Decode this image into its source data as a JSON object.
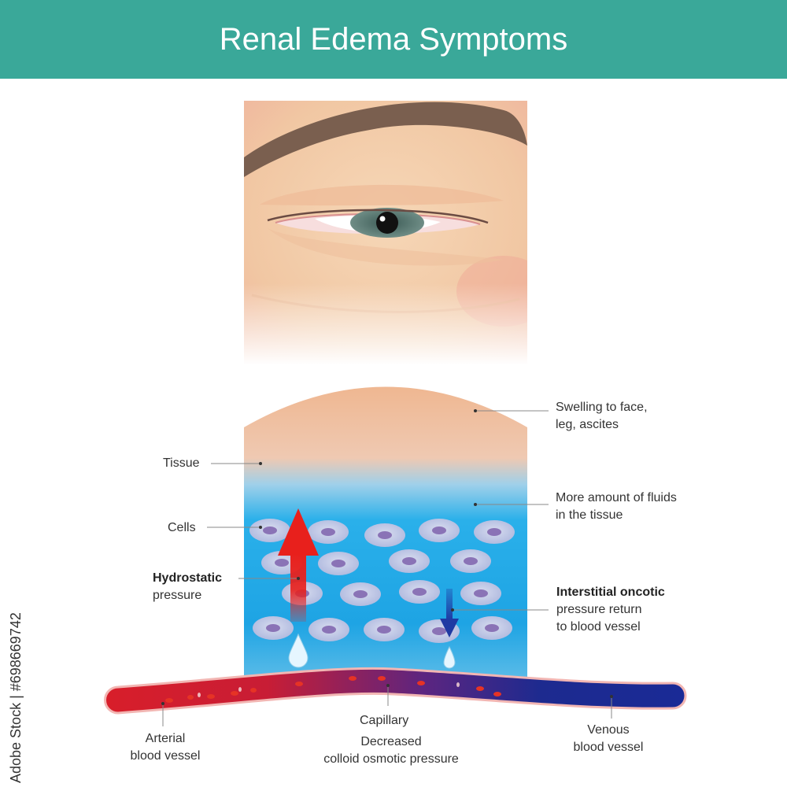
{
  "title": "Renal Edema Symptoms",
  "labels": {
    "swelling": [
      "Swelling to face,",
      "leg, ascites"
    ],
    "tissue": "Tissue",
    "fluids": [
      "More amount of fluids",
      "in the tissue"
    ],
    "cells": "Cells",
    "hydrostatic": [
      "Hydrostatic",
      "pressure"
    ],
    "oncotic": [
      "Interstitial oncotic",
      "pressure return",
      "to blood vessel"
    ],
    "capillary": "Capillary",
    "decreased": [
      "Decreased",
      "colloid osmotic pressure"
    ],
    "arterial": [
      "Arterial",
      "blood vessel"
    ],
    "venous": [
      "Venous",
      "blood vessel"
    ]
  },
  "stock_id": "Adobe Stock | #698669742",
  "colors": {
    "header": "#3aa899",
    "artery": "#d81e2a",
    "vein": "#1d2a8f",
    "fluid": "#1fa9e6",
    "skin": "#f3c9a4",
    "hydrostatic_arrow": "#e8201c",
    "oncotic_arrow": "#1f3aa3"
  },
  "icons": [
    "eye-icon",
    "cell-icon",
    "droplet-icon",
    "up-arrow-icon",
    "down-arrow-icon"
  ]
}
